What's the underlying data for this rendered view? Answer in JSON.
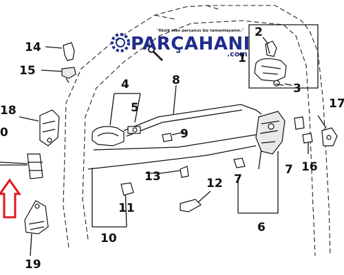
{
  "logo": {
    "tagline": "\"Eksik olan parçanızı biz tamamlayalım.\"",
    "brand": "PARÇAHANI",
    "domain": ".com",
    "accent_color": "#1f2d8a"
  },
  "arrow_color": "#e0161f",
  "callouts": [
    {
      "id": "2",
      "label": "2"
    },
    {
      "id": "1",
      "label": "1"
    },
    {
      "id": "3",
      "label": "3"
    },
    {
      "id": "14",
      "label": "14"
    },
    {
      "id": "15",
      "label": "15"
    },
    {
      "id": "4",
      "label": "4"
    },
    {
      "id": "8",
      "label": "8"
    },
    {
      "id": "5",
      "label": "5"
    },
    {
      "id": "18",
      "label": "18"
    },
    {
      "id": "0",
      "label": "0"
    },
    {
      "id": "9",
      "label": "9"
    },
    {
      "id": "17",
      "label": "17"
    },
    {
      "id": "7a",
      "label": "7"
    },
    {
      "id": "16",
      "label": "16"
    },
    {
      "id": "13",
      "label": "13"
    },
    {
      "id": "7b",
      "label": "7"
    },
    {
      "id": "12",
      "label": "12"
    },
    {
      "id": "11",
      "label": "11"
    },
    {
      "id": "6",
      "label": "6"
    },
    {
      "id": "10",
      "label": "10"
    },
    {
      "id": "19",
      "label": "19"
    }
  ]
}
